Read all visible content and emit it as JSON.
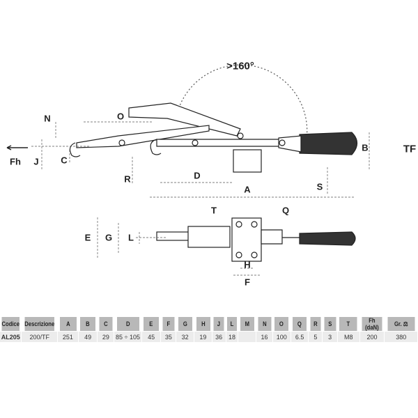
{
  "drawing": {
    "angle_label": ">160°",
    "side_view_labels": {
      "N": "N",
      "O": "O",
      "Fh": "Fh",
      "J": "J",
      "C": "C",
      "R": "R",
      "D": "D",
      "A": "A",
      "S": "S",
      "B": "B",
      "TF": "TF"
    },
    "top_view_labels": {
      "T": "T",
      "Q": "Q",
      "E": "E",
      "G": "G",
      "L": "L",
      "H": "H",
      "F": "F"
    }
  },
  "table": {
    "headers": [
      "Codice",
      "Descrizione",
      "A",
      "B",
      "C",
      "D",
      "E",
      "F",
      "G",
      "H",
      "J",
      "L",
      "M",
      "N",
      "O",
      "Q",
      "R",
      "S",
      "T",
      "Fh (daN)",
      "Gr. ⚖"
    ],
    "rows": [
      [
        "AL205",
        "200/TF",
        "251",
        "49",
        "29",
        "85 ÷ 105",
        "45",
        "35",
        "32",
        "19",
        "36",
        "18",
        "",
        "16",
        "100",
        "6.5",
        "5",
        "3",
        "M8",
        "200",
        "380"
      ]
    ]
  }
}
